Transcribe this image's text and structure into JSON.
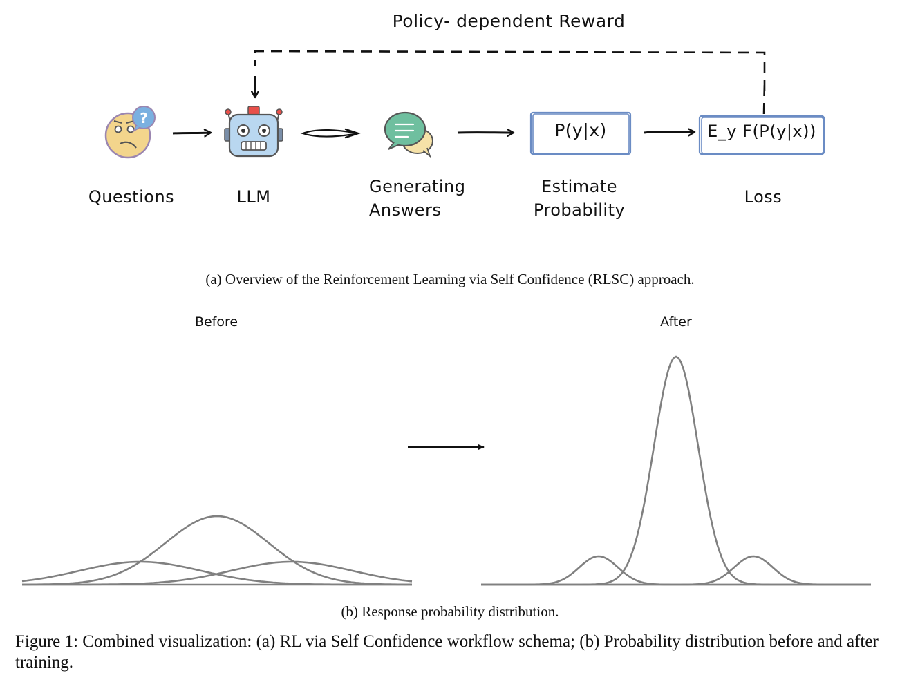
{
  "part_a": {
    "reward_label": "Policy- dependent Reward",
    "stages": {
      "questions": "Questions",
      "llm": "LLM",
      "generating": "Generating\nAnswers",
      "estimate": "Estimate\nProbability",
      "loss": "Loss"
    },
    "boxes": {
      "probability": "P(y|x)",
      "loss_formula": "E_y F(P(y|x))"
    },
    "icons": {
      "questions": "confused-face-icon",
      "llm": "robot-icon",
      "generating": "chat-bubbles-icon"
    },
    "caption": "(a) Overview of the Reinforcement Learning via Self Confidence (RLSC) approach."
  },
  "part_b": {
    "before_title": "Before",
    "after_title": "After",
    "caption": "(b) Response probability distribution."
  },
  "figure_caption": "Figure 1: Combined visualization: (a) RL via Self Confidence workflow schema; (b) Probability distribution before and after training.",
  "colors": {
    "box_stroke": "#6b8cc4",
    "curve": "#808080",
    "face": "#f3d58c",
    "face_outline": "#9b86b0",
    "question_bubble": "#7ab0e0",
    "robot_body": "#b9d7f0",
    "robot_antenna": "#e8504a",
    "chat_green": "#6fbf9f",
    "chat_yellow": "#f6e2a8"
  }
}
